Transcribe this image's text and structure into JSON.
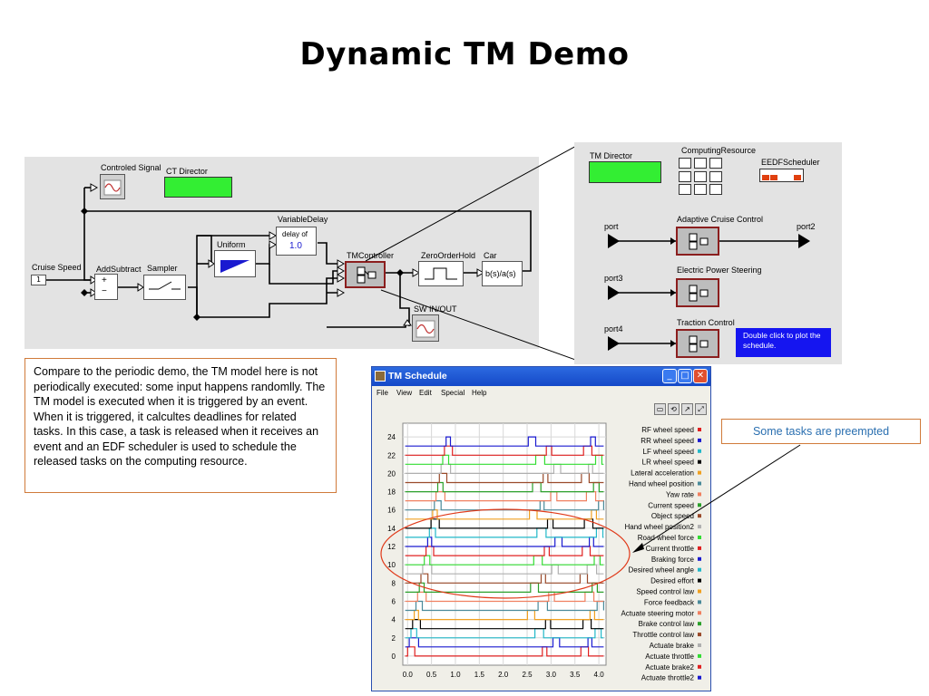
{
  "title": "Dynamic TM Demo",
  "diagram": {
    "controlled_signal": "Controled Signal",
    "ct_director": "CT Director",
    "variable_delay": "VariableDelay",
    "delay_text": "delay of",
    "delay_value": "1.0",
    "uniform": "Uniform",
    "cruise_speed": "Cruise Speed",
    "cruise_speed_value": "1",
    "add_subtract": "AddSubtract",
    "sampler": "Sampler",
    "tm_controller": "TMController",
    "zero_order_hold": "ZeroOrderHold",
    "car": "Car",
    "car_tf": "b(s)/a(s)",
    "sw_inout": "SW IN/OUT",
    "plus": "+",
    "minus": "−"
  },
  "zoom": {
    "tm_director": "TM Director",
    "computing_resource": "ComputingResource",
    "eedf_scheduler": "EEDFScheduler",
    "port": "port",
    "port2": "port2",
    "port3": "port3",
    "port4": "port4",
    "adaptive_cruise": "Adaptive Cruise Control",
    "eps": "Electric Power Steering",
    "traction": "Traction Control",
    "double_click": "Double click to plot the schedule."
  },
  "description": "Compare to the periodic demo, the TM model here is not periodically executed: some input happens randomlly. The TM model is executed when it is triggered by an event. When it is triggered, it calcultes deadlines for related tasks. In this case, a task is released when it receives an event and an EDF scheduler is used to schedule the released tasks on the computing resource.",
  "callout": "Some tasks are preempted",
  "window": {
    "title": "TM Schedule",
    "menu": [
      "File",
      "View",
      "Edit",
      "Special",
      "Help"
    ],
    "buttons": {
      "minimize": "_",
      "maximize": "□",
      "close": "✕"
    }
  },
  "chart_data": {
    "type": "line",
    "title": "",
    "xlabel": "",
    "ylabel": "",
    "xlim": [
      -0.1,
      4.15
    ],
    "ylim": [
      -1,
      25.5
    ],
    "xticks": [
      "0.0",
      "0.5",
      "1.0",
      "1.5",
      "2.0",
      "2.5",
      "3.0",
      "3.5",
      "4.0"
    ],
    "yticks": [
      "0",
      "2",
      "4",
      "6",
      "8",
      "10",
      "12",
      "14",
      "16",
      "18",
      "20",
      "22",
      "24"
    ],
    "grid": true,
    "legend_position": "right",
    "series": [
      {
        "name": "RF wheel speed",
        "color": "#e02020"
      },
      {
        "name": "RR wheel speed",
        "color": "#1a1ad0"
      },
      {
        "name": "LF wheel speed",
        "color": "#22b8c8"
      },
      {
        "name": "LR wheel speed",
        "color": "#000000"
      },
      {
        "name": "Lateral acceleration",
        "color": "#f0a020"
      },
      {
        "name": "Hand wheel position",
        "color": "#4a8a9a"
      },
      {
        "name": "Yaw rate",
        "color": "#f08060"
      },
      {
        "name": "Current speed",
        "color": "#2aa02a"
      },
      {
        "name": "Object speed",
        "color": "#9a4a2a"
      },
      {
        "name": "Hand wheel position2",
        "color": "#b0b0b0"
      },
      {
        "name": "Road wheel force",
        "color": "#33dd33"
      },
      {
        "name": "Current throttle",
        "color": "#e02020"
      },
      {
        "name": "Braking force",
        "color": "#1a1ad0"
      },
      {
        "name": "Desired wheel angle",
        "color": "#22b8c8"
      },
      {
        "name": "Desired effort",
        "color": "#000000"
      },
      {
        "name": "Speed control law",
        "color": "#f0a020"
      },
      {
        "name": "Force feedback",
        "color": "#4a8a9a"
      },
      {
        "name": "Actuate steering motor",
        "color": "#f08060"
      },
      {
        "name": "Brake control law",
        "color": "#2aa02a"
      },
      {
        "name": "Throttle control law",
        "color": "#9a4a2a"
      },
      {
        "name": "Actuate brake",
        "color": "#b0b0b0"
      },
      {
        "name": "Actuate throttle",
        "color": "#33dd33"
      },
      {
        "name": "Actuate brake2",
        "color": "#e02020"
      },
      {
        "name": "Actuate throttle2",
        "color": "#1a1ad0"
      }
    ]
  }
}
